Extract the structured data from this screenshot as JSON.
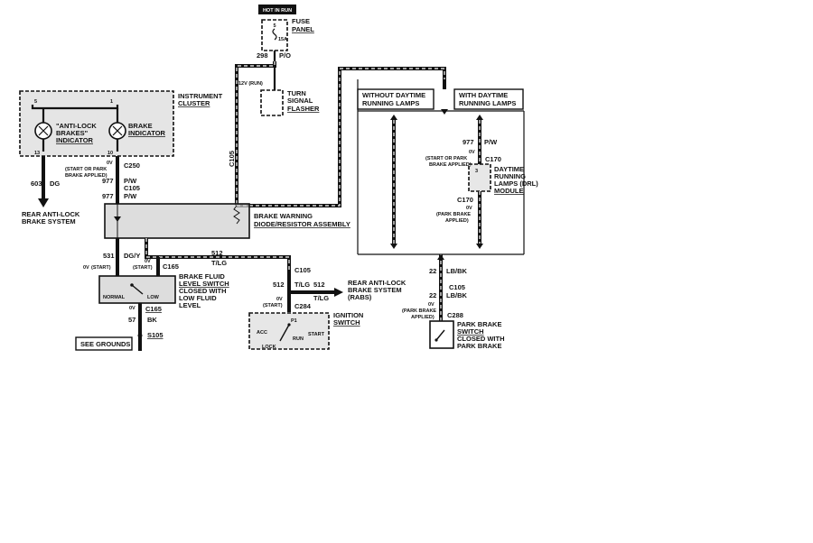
{
  "hot_in_run": "HOT IN RUN",
  "fuse": {
    "rating": "15A",
    "pin": "5",
    "label_1": "FUSE",
    "label_2": "PANEL"
  },
  "wire_298": {
    "num": "298",
    "color": "P/O"
  },
  "turn_flasher": {
    "volt": "12V (RUN)",
    "line1": "TURN",
    "line2": "SIGNAL",
    "line3": "FLASHER"
  },
  "instrument_cluster": {
    "line1": "INSTRUMENT",
    "line2": "CLUSTER",
    "pin_left": "5",
    "pin_right": "1",
    "pin_bottom_left": "13",
    "pin_bottom_right": "10"
  },
  "abs_indicator": {
    "line1": "\"ANTI-LOCK",
    "line2": "BRAKES\"",
    "line3": "INDICATOR"
  },
  "brake_indicator": {
    "line1": "BRAKE",
    "line2": "INDICATOR"
  },
  "wire_603": {
    "num": "603",
    "color": "DG"
  },
  "rear_abs_left": {
    "line1": "REAR ANTI-LOCK",
    "line2": "BRAKE SYSTEM"
  },
  "c250": {
    "connector": "C250",
    "v": "0V",
    "note1": "(START OR PARK",
    "note2": "BRAKE APPLIED)"
  },
  "wire_977_a": {
    "num": "977",
    "color": "P/W"
  },
  "c105_a": "C105",
  "wire_977_b": {
    "num": "977",
    "color": "P/W"
  },
  "c105_vertical": "C105",
  "brake_warning": {
    "line1": "BRAKE WARNING",
    "line2": "DIODE/RESISTOR ASSEMBLY"
  },
  "wire_531": {
    "num": "531",
    "color": "DG/Y"
  },
  "wire_512_top": {
    "num": "512",
    "color": "T/LG"
  },
  "start_left": {
    "v": "0V",
    "label": "(START)"
  },
  "start_mid": {
    "v": "0V",
    "label": "(START)"
  },
  "c165_top": "C165",
  "brake_fluid": {
    "line1": "BRAKE FLUID",
    "line2": "LEVEL SWITCH",
    "line3": "CLOSED WITH",
    "line4": "LOW FLUID",
    "line5": "LEVEL",
    "normal": "NORMAL",
    "low": "LOW"
  },
  "c165_bottom": {
    "v": "0V",
    "connector": "C165"
  },
  "wire_57": {
    "num": "57",
    "color": "BK"
  },
  "s105": "S105",
  "see_grounds": "SEE GROUNDS",
  "c105_b": "C105",
  "wire_512_b": {
    "num": "512",
    "color": "T/LG"
  },
  "wire_512_c": {
    "num": "512",
    "color": "T/LG"
  },
  "rear_abs_right": {
    "line1": "REAR ANTI-LOCK",
    "line2": "BRAKE SYSTEM",
    "line3": "(RABS)"
  },
  "c284": {
    "v": "0V",
    "label": "(START)",
    "connector": "C284"
  },
  "ignition": {
    "line1": "IGNITION",
    "line2": "SWITCH",
    "pin": "P1",
    "acc": "ACC",
    "run": "RUN",
    "start": "START",
    "lock": "LOCK"
  },
  "without_drl": {
    "line1": "WITHOUT DAYTIME",
    "line2": "RUNNING LAMPS"
  },
  "with_drl": {
    "line1": "WITH DAYTIME",
    "line2": "RUNNING LAMPS"
  },
  "wire_977_c": {
    "num": "977",
    "color": "P/W"
  },
  "c170_top": {
    "v": "0V",
    "note1": "(START OR PARK",
    "note2": "BRAKE APPLIED)",
    "connector": "C170"
  },
  "drl_module": {
    "pin": "3",
    "line1": "DAYTIME",
    "line2": "RUNNING",
    "line3": "LAMPS (DRL)",
    "line4": "MODULE"
  },
  "c170_bottom": {
    "connector": "C170",
    "v": "0V",
    "note1": "(PARK BRAKE",
    "note2": "APPLIED)"
  },
  "wire_22_a": {
    "num": "22",
    "color": "LB/BK"
  },
  "c105_c": "C105",
  "wire_22_b": {
    "num": "22",
    "color": "LB/BK"
  },
  "c288": {
    "v": "0V",
    "note1": "(PARK BRAKE",
    "note2": "APPLIED)",
    "connector": "C288"
  },
  "park_brake": {
    "line1": "PARK BRAKE",
    "line2": "SWITCH",
    "line3": "CLOSED WITH",
    "line4": "PARK BRAKE"
  }
}
